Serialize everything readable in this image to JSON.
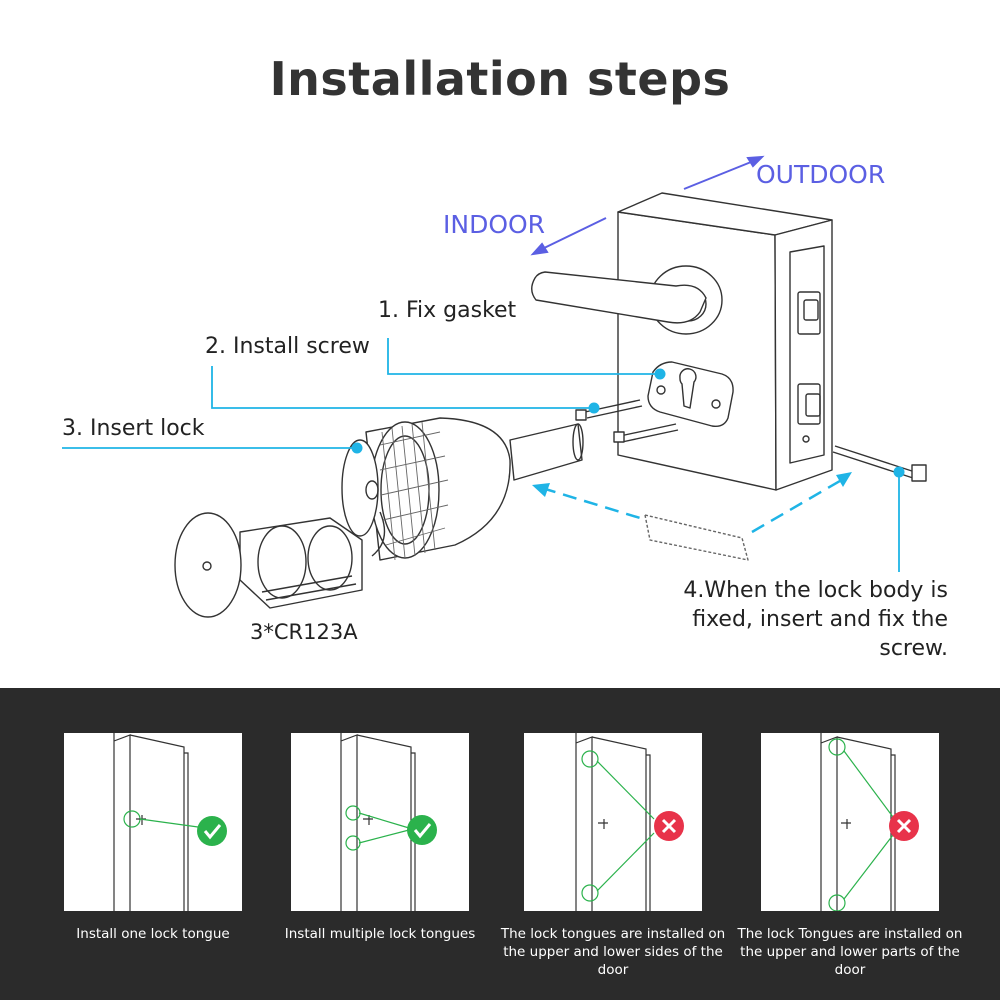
{
  "title": "Installation steps",
  "directions": {
    "indoor": "INDOOR",
    "outdoor": "OUTDOOR"
  },
  "steps": {
    "step1": "1. Fix gasket",
    "step2": "2. Install screw",
    "step3": "3. Insert lock",
    "step4_lines": [
      "4.When the lock body is",
      "fixed, insert and fix the",
      "screw."
    ]
  },
  "battery_label": "3*CR123A",
  "colors": {
    "accent_blue": "#5b5fe3",
    "callout_cyan": "#1fb4e6",
    "dark_band": "#2b2b2b",
    "ok_green": "#2bb24c",
    "bad_red": "#e8334a"
  },
  "panels": [
    {
      "caption": "Install one lock tongue",
      "status": "check-icon"
    },
    {
      "caption": "Install multiple lock tongues",
      "status": "check-icon"
    },
    {
      "caption": "The lock tongues are installed on the upper and lower sides of the door",
      "status": "cross-icon"
    },
    {
      "caption": "The lock Tongues are installed on the upper and lower parts of the door",
      "status": "cross-icon"
    }
  ]
}
